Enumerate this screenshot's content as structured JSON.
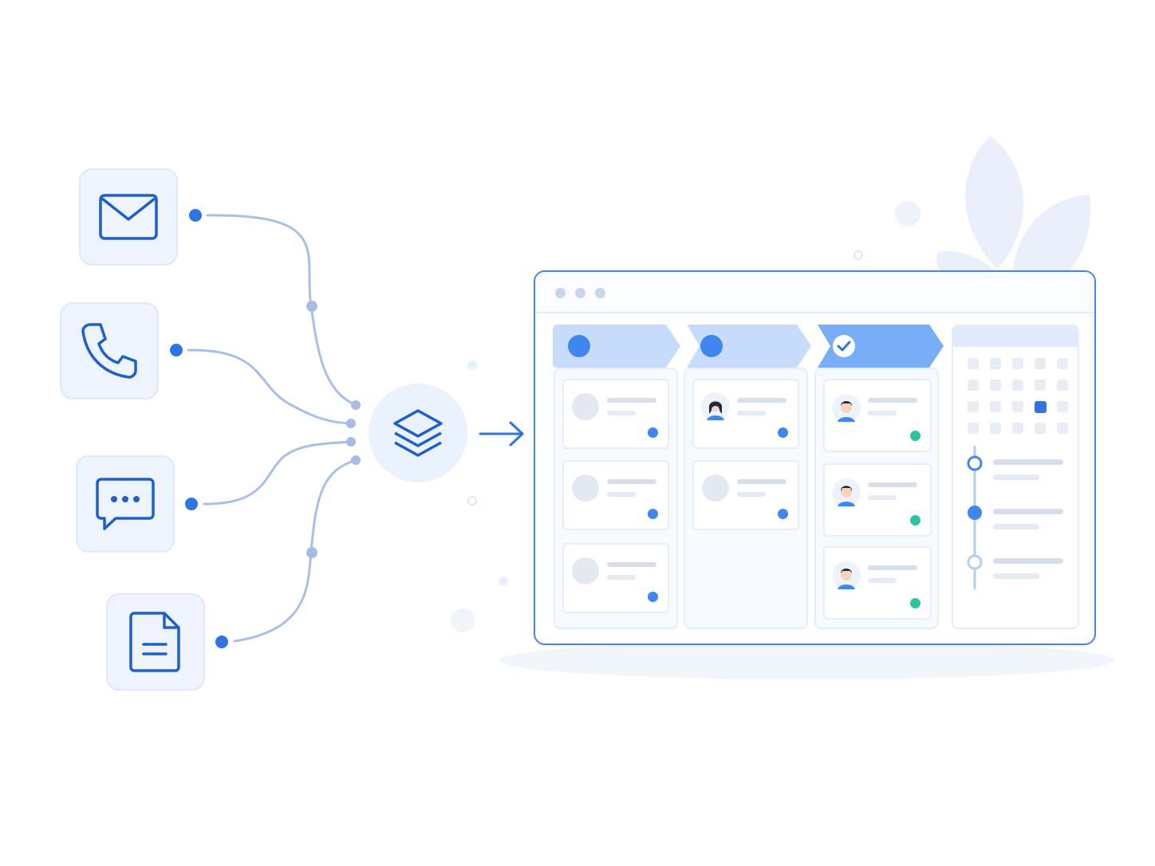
{
  "sources": [
    {
      "icon": "mail-icon",
      "label": ""
    },
    {
      "icon": "phone-icon",
      "label": ""
    },
    {
      "icon": "chat-icon",
      "label": ""
    },
    {
      "icon": "document-icon",
      "label": ""
    }
  ],
  "hub": {
    "icon": "layers-icon"
  },
  "board": {
    "columns": [
      {
        "header_icon": "status-dot",
        "cards": 3,
        "card_status": "blue"
      },
      {
        "header_icon": "status-dot",
        "cards": 2,
        "card_status": "blue"
      },
      {
        "header_icon": "check-icon",
        "cards": 3,
        "card_status": "green"
      }
    ],
    "side_panel": {
      "calendar": true,
      "timeline_steps": 3
    }
  },
  "colors": {
    "accent": "#2f74e6",
    "accent_light": "#c4dafa",
    "status_green": "#2bc3a0",
    "connector": "#a9c0e6"
  }
}
